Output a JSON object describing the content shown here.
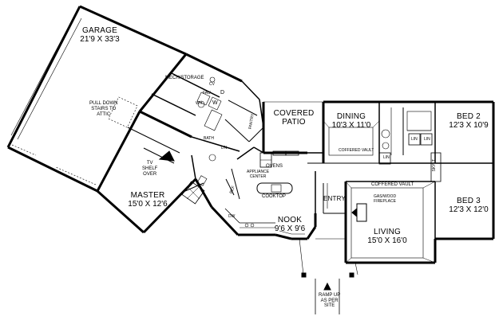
{
  "rooms": {
    "garage": {
      "name": "GARAGE",
      "dims": "21'9 X 33'3"
    },
    "mech": {
      "name": "MECH/STORAGE"
    },
    "pulldown": {
      "line1": "PULL DOWN",
      "line2": "STAIRS TO",
      "line3": "ATTIC"
    },
    "tvshelf": {
      "line1": "TV",
      "line2": "SHELF",
      "line3": "OVER"
    },
    "master": {
      "name": "MASTER",
      "dims": "15'0 X 12'6"
    },
    "covered_patio": {
      "line1": "COVERED",
      "line2": "PATIO"
    },
    "dining": {
      "name": "DINING",
      "dims": "10'3 X 11'0"
    },
    "bed2": {
      "name": "BED 2",
      "dims": "12'3 X 10'9"
    },
    "bed3": {
      "name": "BED 3",
      "dims": "12'3 X 12'0"
    },
    "nook": {
      "name": "NOOK",
      "dims": "9'6 X 9'6"
    },
    "living": {
      "name": "LIVING",
      "dims": "15'0 X 16'0"
    },
    "entry": {
      "name": "ENTRY"
    }
  },
  "labels": {
    "pantry": "PANTRY",
    "ovens": "OVENS",
    "cooktop": "COOKTOP",
    "appliance1": "APPLIANCE",
    "appliance2": "CENTER",
    "coffered_vault_dining": "COFFERED VAULT",
    "coffered_vault_living": "COFFERED VAULT",
    "gaswood1": "GAS/WOOD",
    "gaswood2": "FIREPLACE",
    "ramp1": "RAMP UP",
    "ramp2": "AS PER",
    "ramp3": "SITE",
    "dw": "DW",
    "ref": "REF",
    "bath": "BATH",
    "lin1": "LIN",
    "lin2": "LIN",
    "lin3": "LIN",
    "skylt": "SKYLT",
    "dn": "DN",
    "cv": "CV",
    "fau": "FAU",
    "wh": "WH",
    "d": "D",
    "w": "W"
  }
}
